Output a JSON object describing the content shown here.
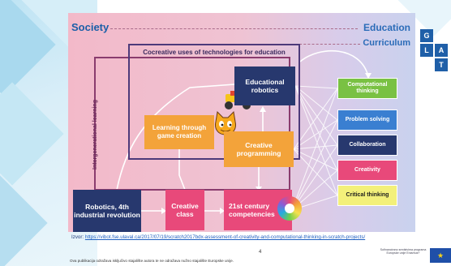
{
  "slide": {
    "society_label": "Society",
    "education_label": "Education",
    "curriculum_label": "Curriculum",
    "frame_title": "Cocreative uses of technologies for education",
    "intergen_label": "Intergenerational learning",
    "boxes": {
      "educational_robotics": "Educational robotics",
      "learning_game": "Learning through game creation",
      "creative_programming": "Creative programming",
      "robotics_4th": "Robotics, 4th industrial revolution",
      "creative_class": "Creative class",
      "century_21": "21st century competencies"
    },
    "skills": [
      {
        "label": "Computational thinking"
      },
      {
        "label": "Problem solving"
      },
      {
        "label": "Collaboration"
      },
      {
        "label": "Creativity"
      },
      {
        "label": "Critical thinking"
      }
    ]
  },
  "source": {
    "prefix": "Izvor:",
    "url": "https://vibot.fse.ulaval.ca/2017/07/19/scratch2017bdx-assessment-of-creativity-and-computational-thinking-in-scratch-projects/"
  },
  "page_number": "4",
  "disclaimer": "Ova publikacija odražava isključivo stajalište autora te ne odražava nužno stajalište Europske unije.",
  "eu_text": "Sufinancirano sredstvima programa Europske unije Erasmus+",
  "logo_letters": [
    "G",
    "L",
    "A",
    "T"
  ],
  "icons": {
    "cat": "scratch-cat-icon",
    "robot": "robot-car-icon",
    "swirl": "competencies-swirl-icon",
    "flag": "eu-flag-icon"
  }
}
